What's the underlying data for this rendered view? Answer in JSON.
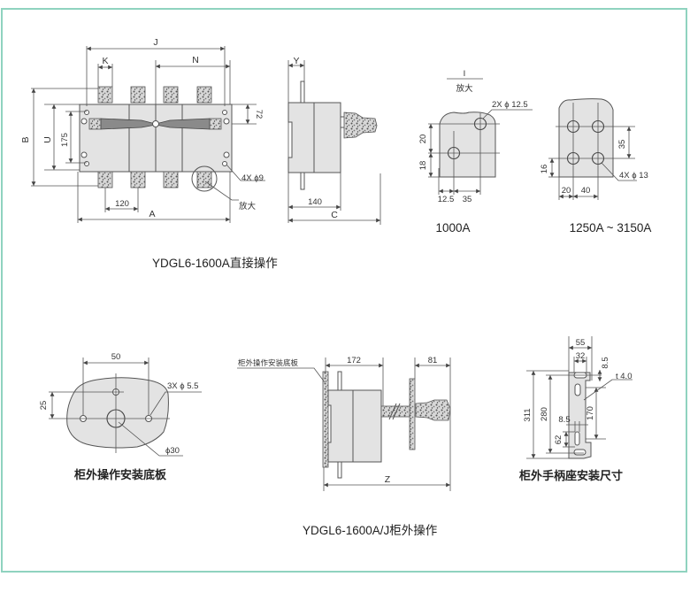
{
  "border_color": "#8fd3bf",
  "top_view": {
    "labels": {
      "J": "J",
      "K": "K",
      "N": "N",
      "B": "B",
      "U": "U",
      "d175": "175",
      "d72": "72",
      "d120": "120",
      "A": "A"
    },
    "callout_holes": "4X ϕ9",
    "callout_zoom": "放大"
  },
  "side_view": {
    "labels": {
      "Y": "Y",
      "d140": "140",
      "C": "C"
    }
  },
  "detail": {
    "header_mark": "I",
    "header_label": "放大",
    "detail_1000": {
      "callout": "2X ϕ 12.5",
      "dims": {
        "v20": "20",
        "v18": "18",
        "h12_5": "12.5",
        "h35": "35"
      },
      "caption": "1000A"
    },
    "detail_1250": {
      "callout": "4X ϕ 13",
      "dims": {
        "v35": "35",
        "v16": "16",
        "h20": "20",
        "h40": "40"
      },
      "caption": "1250A ~ 3150A"
    }
  },
  "caption_direct": "YDGL6-1600A直接操作",
  "plate": {
    "dims": {
      "d50": "50",
      "d25": "25"
    },
    "callout_holes": "3X ϕ 5.5",
    "callout_center": "ϕ30",
    "caption": "柜外操作安装底板"
  },
  "external": {
    "plate_label": "柜外操作安装底板",
    "dims": {
      "d172": "172",
      "d81": "81",
      "Z": "Z"
    },
    "caption": "YDGL6-1600A/J柜外操作"
  },
  "bracket": {
    "dims": {
      "d55": "55",
      "d32": "32",
      "d8_5_top": "8.5",
      "t4": "t 4.0",
      "d311": "311",
      "d280": "280",
      "d170": "170",
      "d8_5_mid": "8.5",
      "d62": "62"
    },
    "caption": "柜外手柄座安装尺寸"
  }
}
